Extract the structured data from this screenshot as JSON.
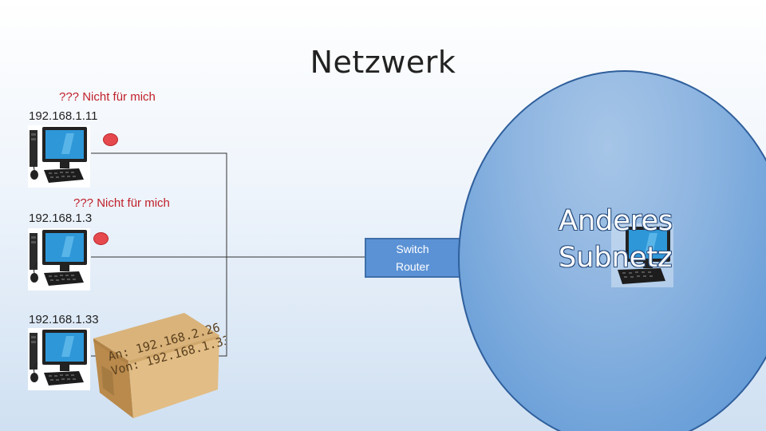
{
  "title": "Netzwerk",
  "hosts": [
    {
      "ip": "192.168.1.11",
      "status_text": "??? Nicht für mich",
      "icon": "desktop-computer-icon",
      "led": "red-indicator-icon"
    },
    {
      "ip": "192.168.1.3",
      "status_text": "??? Nicht für mich",
      "icon": "desktop-computer-icon",
      "led": "red-indicator-icon"
    },
    {
      "ip": "192.168.1.33",
      "icon": "desktop-computer-icon"
    }
  ],
  "switch": {
    "line1": "Switch",
    "line2": "Router"
  },
  "subnet": {
    "label": "Anderes\nSubnetz",
    "icon": "desktop-computer-icon"
  },
  "package": {
    "to": "An: 192.168.2.26",
    "from": "Von: 192.168.1.33",
    "icon": "cardboard-box-icon"
  },
  "colors": {
    "subnet_fill": "#8fb6e1",
    "switch_fill": "#5b92d5",
    "warning_text": "#c0202a",
    "led": "#e5494d"
  }
}
